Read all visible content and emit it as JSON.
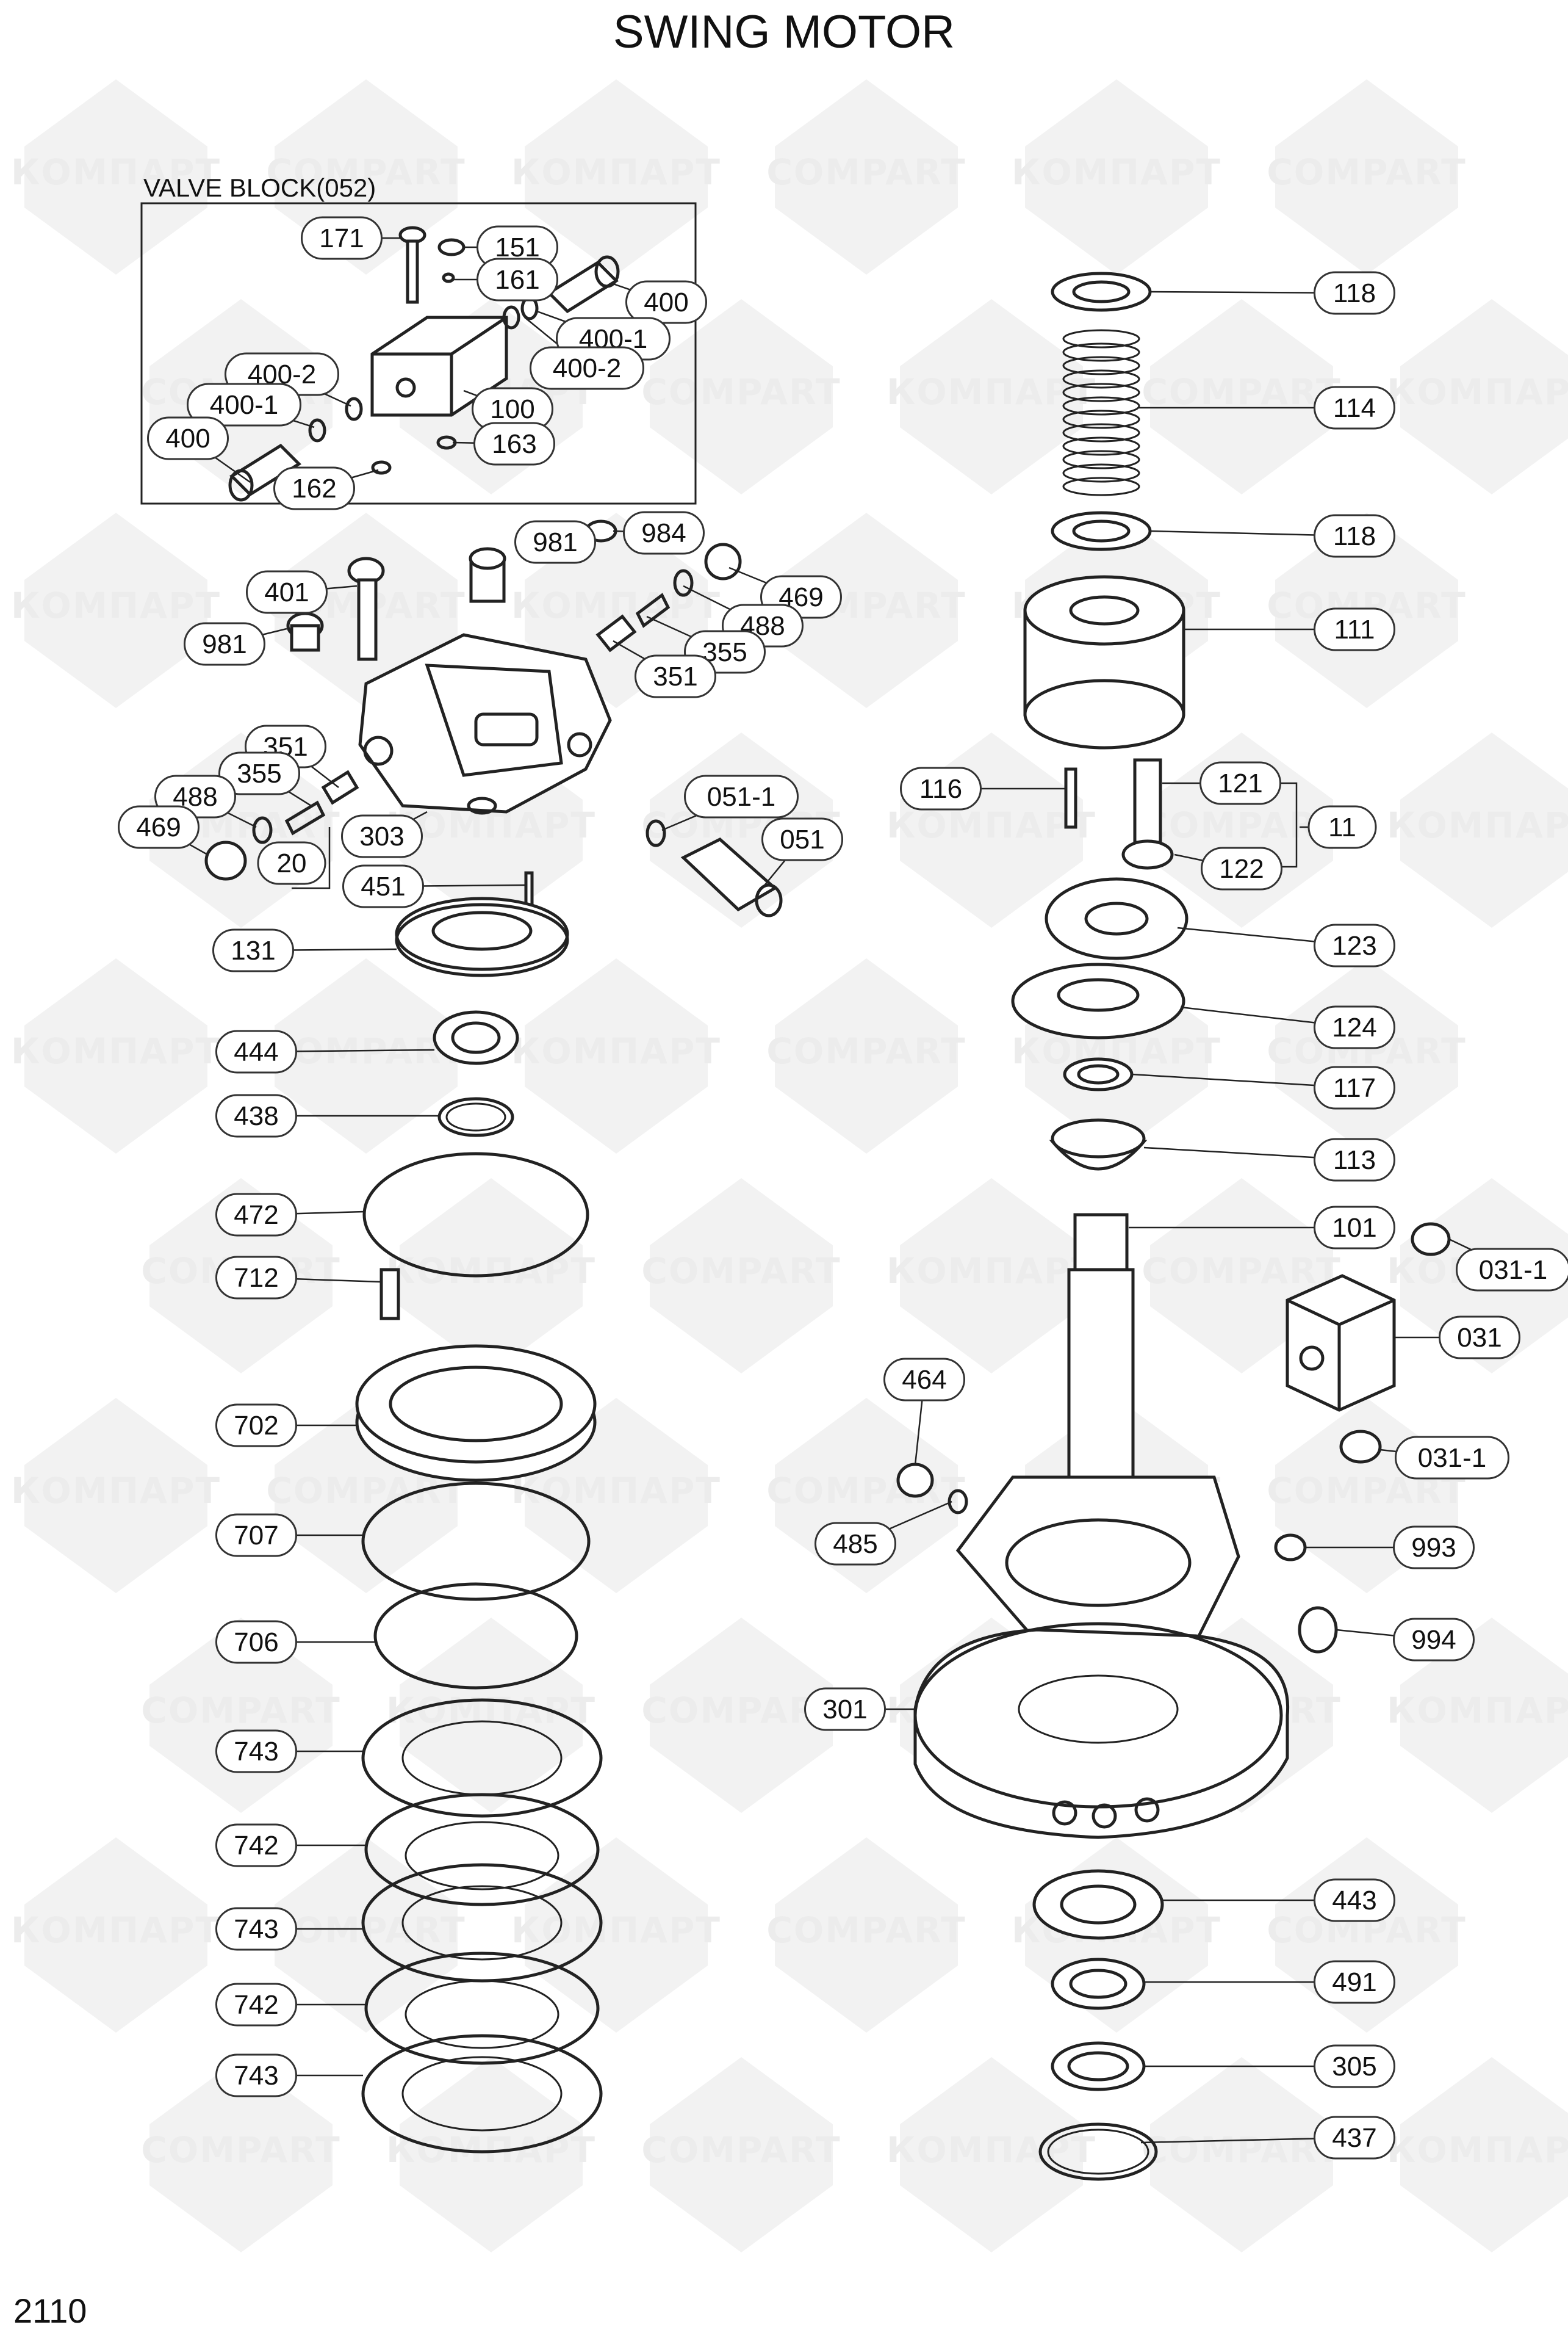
{
  "page": {
    "title": "SWING MOTOR",
    "page_number": "2110",
    "inset_label": "VALVE BLOCK(052)"
  },
  "watermarks": [
    "КОМПАРТ",
    "COMPART"
  ],
  "callouts": [
    {
      "id": "171"
    },
    {
      "id": "151"
    },
    {
      "id": "161"
    },
    {
      "id": "400"
    },
    {
      "id": "400-1"
    },
    {
      "id": "400-2"
    },
    {
      "id": "400-2"
    },
    {
      "id": "400-1"
    },
    {
      "id": "400"
    },
    {
      "id": "100"
    },
    {
      "id": "163"
    },
    {
      "id": "162"
    },
    {
      "id": "981"
    },
    {
      "id": "984"
    },
    {
      "id": "401"
    },
    {
      "id": "469"
    },
    {
      "id": "488"
    },
    {
      "id": "981"
    },
    {
      "id": "355"
    },
    {
      "id": "351"
    },
    {
      "id": "351"
    },
    {
      "id": "355"
    },
    {
      "id": "488"
    },
    {
      "id": "469"
    },
    {
      "id": "303"
    },
    {
      "id": "20"
    },
    {
      "id": "451"
    },
    {
      "id": "051-1"
    },
    {
      "id": "051"
    },
    {
      "id": "131"
    },
    {
      "id": "444"
    },
    {
      "id": "438"
    },
    {
      "id": "472"
    },
    {
      "id": "712"
    },
    {
      "id": "702"
    },
    {
      "id": "707"
    },
    {
      "id": "706"
    },
    {
      "id": "743"
    },
    {
      "id": "742"
    },
    {
      "id": "743"
    },
    {
      "id": "742"
    },
    {
      "id": "743"
    },
    {
      "id": "118"
    },
    {
      "id": "114"
    },
    {
      "id": "118"
    },
    {
      "id": "111"
    },
    {
      "id": "116"
    },
    {
      "id": "121"
    },
    {
      "id": "11"
    },
    {
      "id": "122"
    },
    {
      "id": "123"
    },
    {
      "id": "124"
    },
    {
      "id": "117"
    },
    {
      "id": "113"
    },
    {
      "id": "101"
    },
    {
      "id": "031-1"
    },
    {
      "id": "031"
    },
    {
      "id": "464"
    },
    {
      "id": "031-1"
    },
    {
      "id": "485"
    },
    {
      "id": "993"
    },
    {
      "id": "994"
    },
    {
      "id": "301"
    },
    {
      "id": "443"
    },
    {
      "id": "491"
    },
    {
      "id": "305"
    },
    {
      "id": "437"
    }
  ]
}
